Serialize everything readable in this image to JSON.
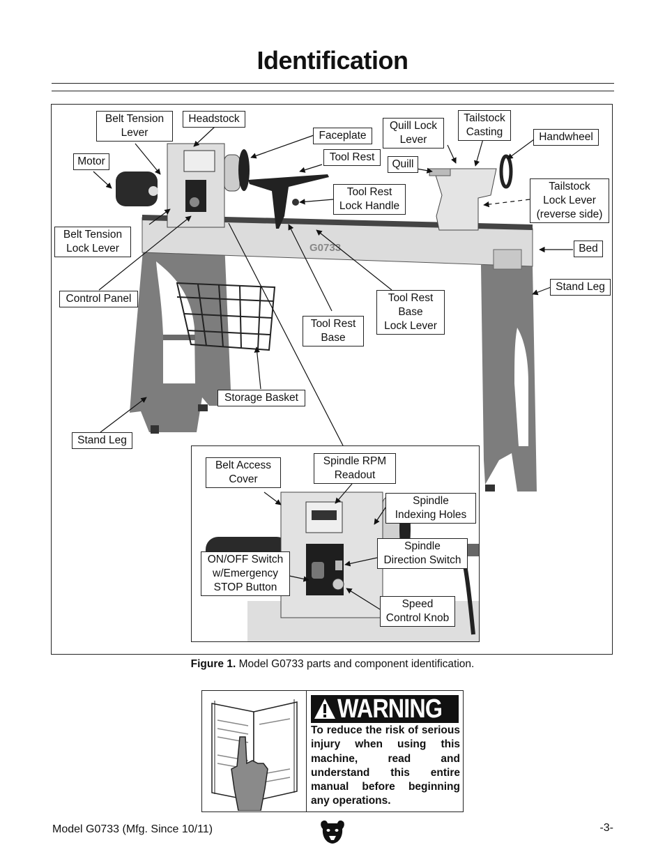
{
  "page": {
    "title": "Identification",
    "footer_model": "Model G0733 (Mfg. Since 10/11)",
    "page_number": "-3-"
  },
  "figure": {
    "caption_bold": "Figure 1.",
    "caption_text": " Model G0733 parts and component identification.",
    "bed_marking": "G0733",
    "labels": {
      "belt_tension_lever": [
        "Belt Tension",
        "Lever"
      ],
      "headstock": [
        "Headstock"
      ],
      "faceplate": [
        "Faceplate"
      ],
      "quill_lock_lever": [
        "Quill Lock",
        "Lever"
      ],
      "tailstock_casting": [
        "Tailstock",
        "Casting"
      ],
      "handwheel": [
        "Handwheel"
      ],
      "motor": [
        "Motor"
      ],
      "tool_rest": [
        "Tool Rest"
      ],
      "quill": [
        "Quill"
      ],
      "tailstock_lock_lever": [
        "Tailstock",
        "Lock Lever",
        "(reverse side)"
      ],
      "tool_rest_lock_handle": [
        "Tool Rest",
        "Lock Handle"
      ],
      "belt_tension_lock_lever": [
        "Belt Tension",
        "Lock Lever"
      ],
      "bed": [
        "Bed"
      ],
      "stand_leg_right": [
        "Stand Leg"
      ],
      "control_panel": [
        "Control Panel"
      ],
      "tool_rest_base_lock_lever": [
        "Tool Rest",
        "Base",
        "Lock Lever"
      ],
      "tool_rest_base": [
        "Tool Rest",
        "Base"
      ],
      "storage_basket": [
        "Storage Basket"
      ],
      "stand_leg_left": [
        "Stand Leg"
      ]
    },
    "inset_labels": {
      "belt_access_cover": [
        "Belt Access",
        "Cover"
      ],
      "spindle_rpm_readout": [
        "Spindle RPM",
        "Readout"
      ],
      "spindle_indexing_holes": [
        "Spindle",
        "Indexing Holes"
      ],
      "spindle_direction_switch": [
        "Spindle",
        "Direction Switch"
      ],
      "on_off_switch": [
        "ON/OFF Switch",
        "w/Emergency",
        "STOP Button"
      ],
      "speed_control_knob": [
        "Speed",
        "Control Knob"
      ]
    }
  },
  "warning": {
    "header": "WARNING",
    "text": "To reduce the risk of serious injury when using this machine, read and understand this entire manual before beginning any operations."
  },
  "colors": {
    "leg_gray": "#7d7d7d",
    "bed_light": "#dcdcdc",
    "dark": "#1a1a1a"
  }
}
